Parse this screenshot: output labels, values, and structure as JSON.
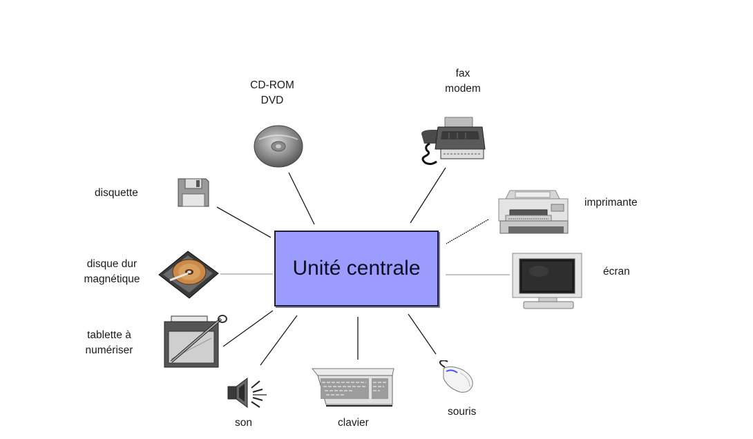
{
  "diagram": {
    "central_node": {
      "label": "Unité centrale",
      "fill": "#9c9cff",
      "border": "#1f1f33"
    },
    "peripherals": [
      {
        "id": "cdrom",
        "label_lines": [
          "CD-ROM",
          "DVD"
        ],
        "icon": "cd-icon"
      },
      {
        "id": "fax",
        "label_lines": [
          "fax",
          "modem"
        ],
        "icon": "fax-icon"
      },
      {
        "id": "printer",
        "label_lines": [
          "imprimante"
        ],
        "icon": "printer-icon"
      },
      {
        "id": "screen",
        "label_lines": [
          "écran"
        ],
        "icon": "monitor-icon"
      },
      {
        "id": "mouse",
        "label_lines": [
          "souris"
        ],
        "icon": "mouse-icon"
      },
      {
        "id": "keyboard",
        "label_lines": [
          "clavier"
        ],
        "icon": "keyboard-icon"
      },
      {
        "id": "sound",
        "label_lines": [
          "son"
        ],
        "icon": "speaker-icon"
      },
      {
        "id": "tablet",
        "label_lines": [
          "tablette à",
          "numériser"
        ],
        "icon": "tablet-icon"
      },
      {
        "id": "harddisk",
        "label_lines": [
          "disque dur",
          "magnétique"
        ],
        "icon": "hard-disk-icon"
      },
      {
        "id": "floppy",
        "label_lines": [
          "disquette"
        ],
        "icon": "floppy-icon"
      }
    ],
    "connector_color": "#1a1a1a",
    "connector_light_color": "#b0b0b0"
  }
}
